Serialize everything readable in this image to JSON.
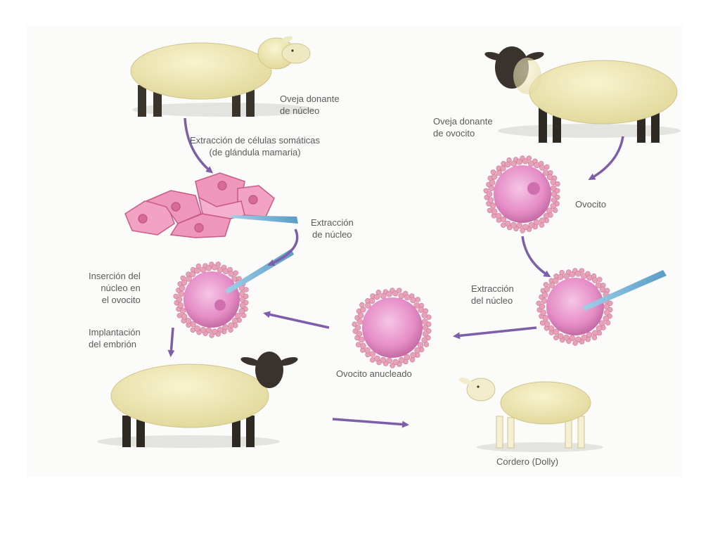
{
  "diagram": {
    "labels": {
      "donor_nucleus": [
        "Oveja donante",
        "de núcleo"
      ],
      "somatic_extraction": [
        "Extracción de células somáticas",
        "(de glándula mamaria)"
      ],
      "donor_oocyte": [
        "Oveja donante",
        "de ovocito"
      ],
      "oocyte": "Ovocito",
      "nucleus_extraction_left": [
        "Extracción",
        "de núcleo"
      ],
      "insertion": [
        "Inserción del",
        "núcleo en",
        "el ovocito"
      ],
      "nucleus_extraction_right": [
        "Extracción",
        "del núcleo"
      ],
      "implantation": [
        "Implantación",
        "del embrión"
      ],
      "enucleated_oocyte": "Ovocito anucleado",
      "lamb": "Cordero (Dolly)"
    },
    "colors": {
      "arrow": "#7c5fa8",
      "wool": "#f0ebbb",
      "wool_shadow": "#d9d19a",
      "face_black": "#3a332d",
      "cell_pink": "#e98cb4",
      "oocyte_core": "#e58cc6",
      "corona": "#e7a1b9",
      "label_text": "#5a5a5a"
    },
    "icons": [
      "white-sheep-icon",
      "black-faced-sheep-icon",
      "cell-cluster-icon",
      "oocyte-icon",
      "pipette-icon",
      "lamb-icon"
    ]
  }
}
